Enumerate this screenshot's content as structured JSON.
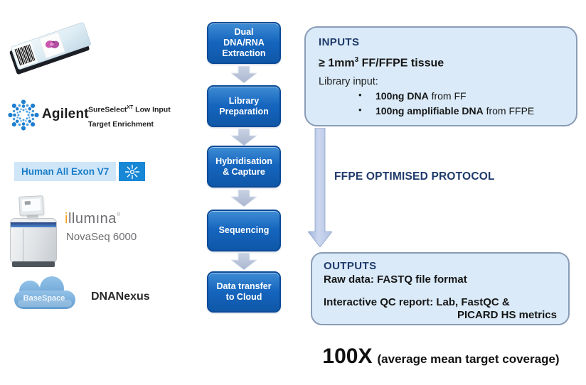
{
  "left": {
    "agilent": {
      "brand": "Agilent",
      "product_line1_pre": "SureSelect",
      "product_line1_sup": "XT",
      "product_line1_post": " Low Input",
      "product_line2": "Target Enrichment"
    },
    "exon_kit": {
      "label": "Human All Exon V7"
    },
    "illumina": {
      "brand": "illumına",
      "mark": "®",
      "model": "NovaSeq 6000"
    },
    "basespace": {
      "label": "BaseSpace"
    },
    "dnanexus": {
      "label": "DNANexus"
    }
  },
  "flow": {
    "steps": [
      "Dual\nDNA/RNA\nExtraction",
      "Library\nPreparation",
      "Hybridisation\n& Capture",
      "Sequencing",
      "Data transfer\nto Cloud"
    ]
  },
  "inputs": {
    "title": "INPUTS",
    "tissue_pre": "≥ 1mm",
    "tissue_sup": "3",
    "tissue_post": " FF/FFPE tissue",
    "library_label": "Library input:",
    "bullet_char": "•",
    "bullets": [
      {
        "bold": "100ng DNA",
        "rest": " from FF"
      },
      {
        "bold": "100ng amplifiable DNA",
        "rest": " from FFPE"
      }
    ]
  },
  "protocol": {
    "label": "FFPE OPTIMISED PROTOCOL"
  },
  "outputs": {
    "title": "OUTPUTS",
    "raw": "Raw data: FASTQ file format",
    "qc_line1": "Interactive QC report: Lab, FastQC &",
    "qc_line2": "PICARD HS metrics"
  },
  "footer": {
    "coverage": "100X",
    "coverage_note": "(average mean target coverage)"
  },
  "icons": {
    "agilent_starburst": "starburst-dots",
    "exon_kit_starburst": "starburst-white",
    "flow_arrow": "block-arrow-down",
    "protocol_arrow": "block-arrow-down-long",
    "basespace_cloud": "cloud",
    "tissue_slide": "microscope-slide",
    "sequencer": "novaseq-instrument"
  },
  "colors": {
    "navy": "#1F3A6B",
    "flow_top": "#3E8CD4",
    "flow_mid": "#1565BE",
    "flow_bottom": "#0F57A8",
    "flow_border": "#0B4B97",
    "arrow_fill": "#B7C2D8",
    "panel_fill": "#DAEAF8",
    "panel_border": "#8A9BB5",
    "agilent_blue": "#1E7FD0",
    "exon_bg": "#CFE6F8",
    "exon_text": "#1A7DC8",
    "exon_icon_bg": "#1787D6",
    "illumina_gray": "#6D6E71",
    "illumina_orange": "#F6A01A",
    "cloud_1": "#93C2E8",
    "cloud_2": "#649ED1"
  }
}
